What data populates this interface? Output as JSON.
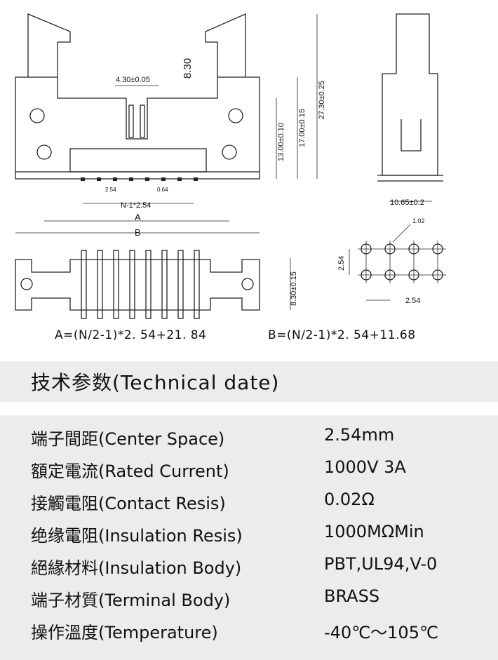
{
  "drawing": {
    "top_view": {
      "dim_height": "8.30",
      "dim_width": "4.30±0.05",
      "dim_13": "13.00±0.10",
      "dim_17": "17.00±0.15",
      "dim_27": "27.30±0.25",
      "pitch": "2.54",
      "pin_width": "0.64",
      "pin_span": "N-1*2.54",
      "label_a": "A",
      "label_b": "B"
    },
    "side_view": {
      "width": "10.65±0.2"
    },
    "bottom_view": {
      "height": "8.30±0.15"
    },
    "pcb_layout": {
      "hole_dia": "1.02",
      "pitch_v": "2.54",
      "pitch_h": "2.54"
    }
  },
  "formulas": {
    "a": "A=(N/2-1)*2. 54+21. 84",
    "b": "B=(N/2-1)*2. 54+11.68"
  },
  "section_title": "技术参数(Technical date)",
  "specs": [
    {
      "label": "端子間距(Center Space)",
      "value": "2.54mm"
    },
    {
      "label": "額定電流(Rated Current)",
      "value": "1000V 3A"
    },
    {
      "label": "接觸電阻(Contact Resis)",
      "value": "0.02Ω"
    },
    {
      "label": "绝缘電阻(Insulation Resis)",
      "value": "1000MΩMin"
    },
    {
      "label": "絕緣材料(Insulation Body)",
      "value": "PBT,UL94,V-0"
    },
    {
      "label": "端子材質(Terminal Body)",
      "value": "BRASS"
    },
    {
      "label": "操作溫度(Temperature)",
      "value": "-40℃～105℃"
    }
  ]
}
